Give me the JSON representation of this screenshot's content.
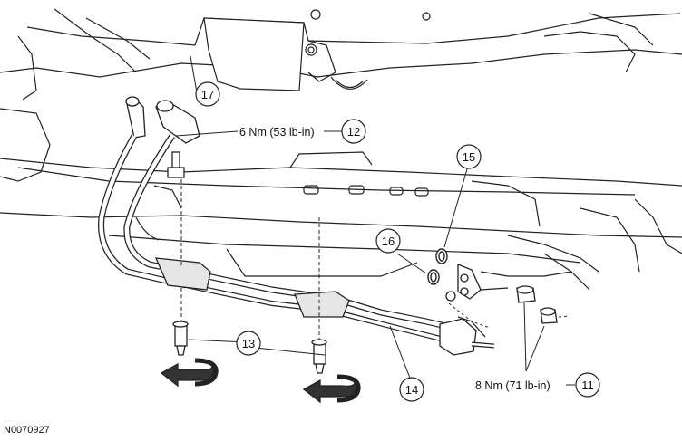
{
  "figure_id": "N0070927",
  "callouts": [
    {
      "id": "11",
      "text": "11"
    },
    {
      "id": "12",
      "text": "12"
    },
    {
      "id": "13",
      "text": "13"
    },
    {
      "id": "14",
      "text": "14"
    },
    {
      "id": "15",
      "text": "15"
    },
    {
      "id": "16",
      "text": "16"
    },
    {
      "id": "17",
      "text": "17"
    }
  ],
  "torque_labels": {
    "bolt_12": "6 Nm (53 lb-in)",
    "nuts_11": "8 Nm (71 lb-in)"
  },
  "colors": {
    "line": "#222222",
    "fill": "#ffffff",
    "shade": "#d9d9d9"
  }
}
